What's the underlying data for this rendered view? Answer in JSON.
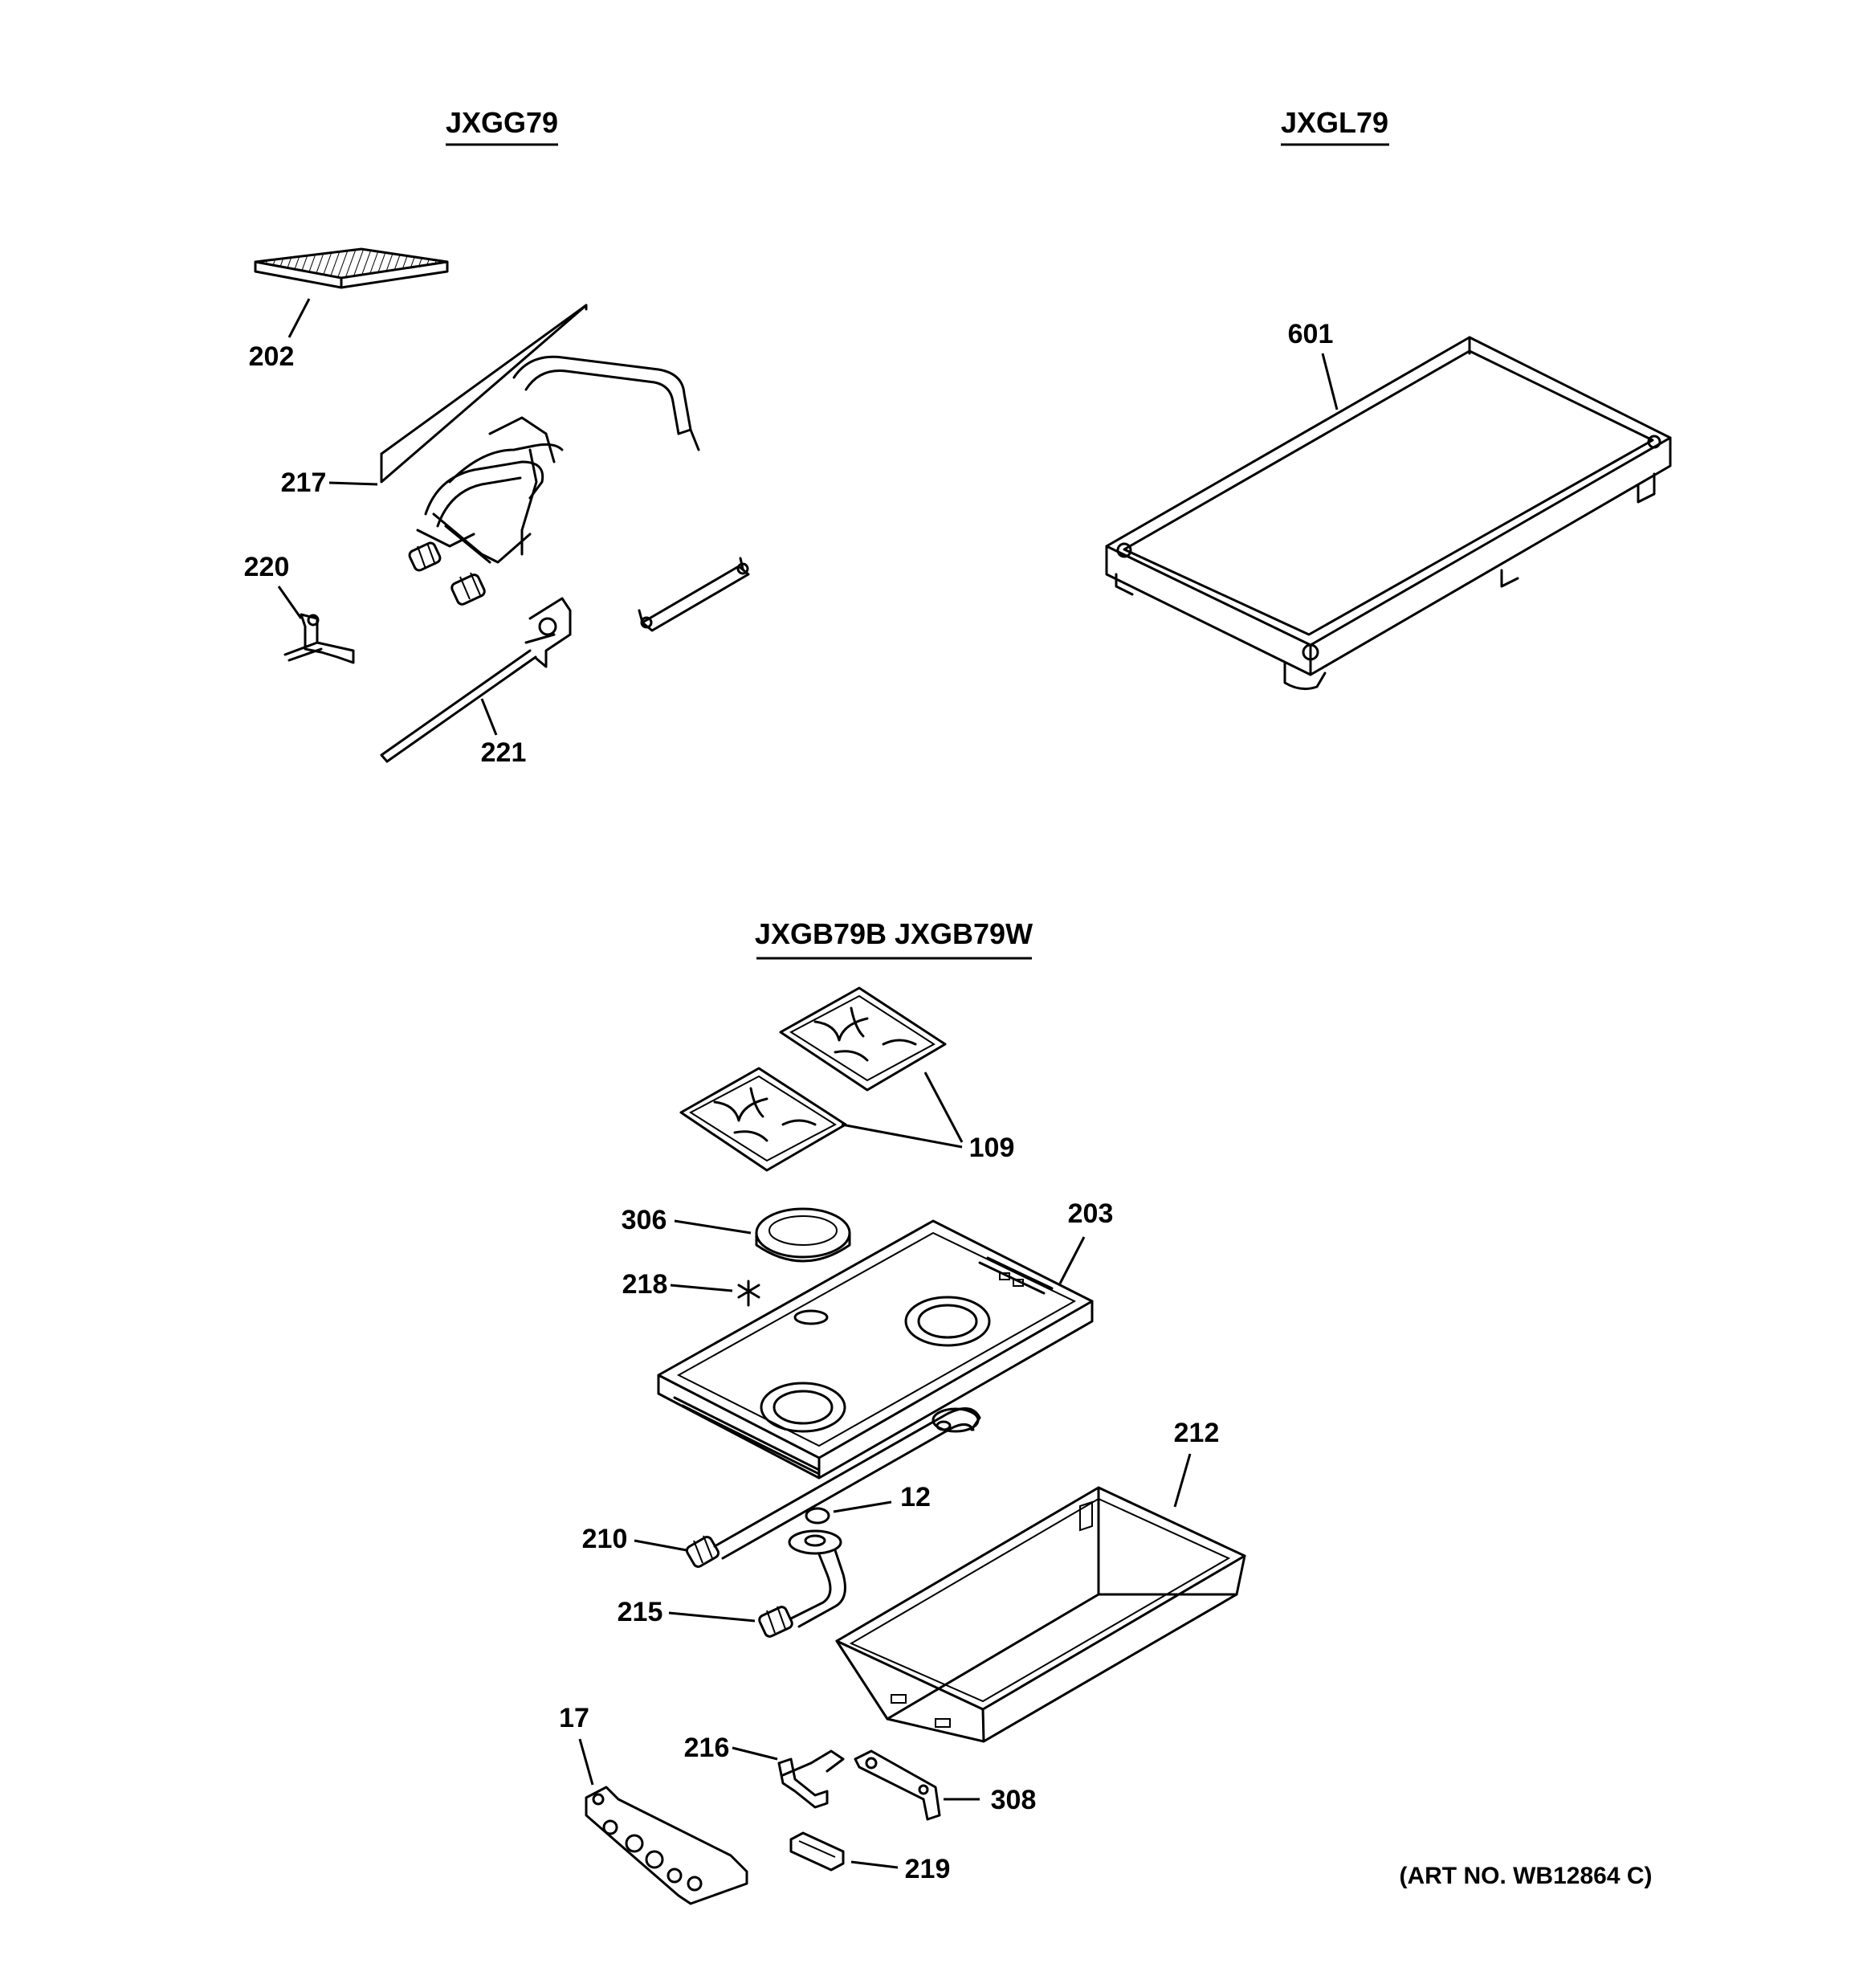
{
  "sections": [
    {
      "title": "JXGG79"
    },
    {
      "title": "JXGL79"
    },
    {
      "title": "JXGB79B JXGB79W"
    }
  ],
  "callouts": {
    "c202": "202",
    "c217": "217",
    "c220": "220",
    "c221": "221",
    "c601": "601",
    "c109": "109",
    "c306": "306",
    "c203": "203",
    "c218": "218",
    "c212": "212",
    "c12": "12",
    "c210": "210",
    "c215": "215",
    "c17": "17",
    "c216": "216",
    "c308": "308",
    "c219": "219"
  },
  "art_number": "(ART NO. WB12864 C)"
}
